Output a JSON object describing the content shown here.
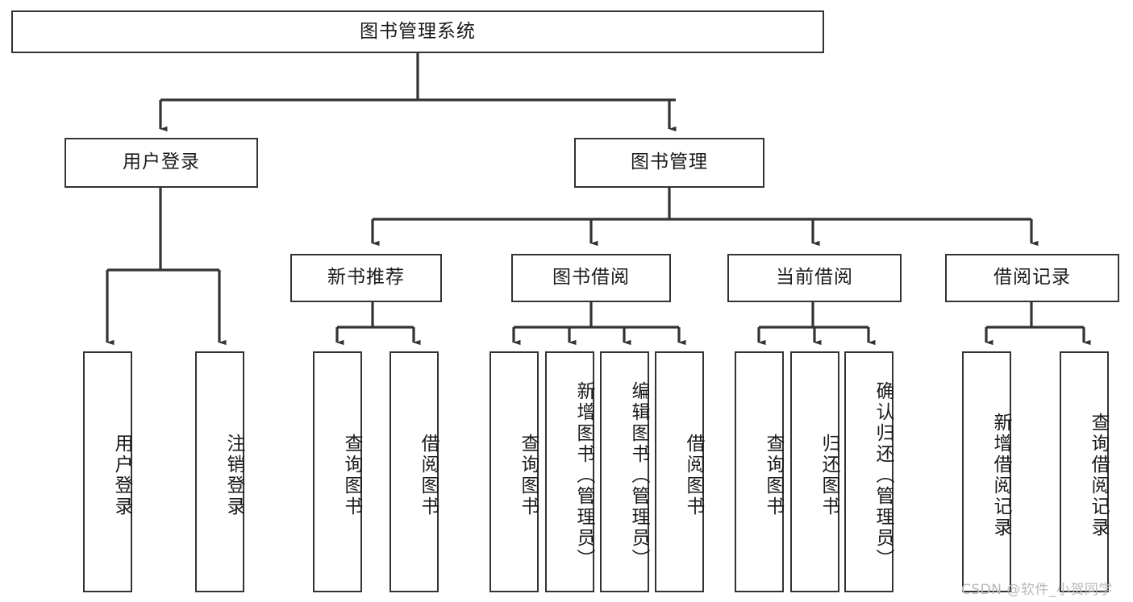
{
  "diagram": {
    "title": "图书管理系统",
    "type": "hierarchy-tree",
    "levels": 4,
    "colors": {
      "box_border": "#333333",
      "box_fill": "#ffffff",
      "connector": "#333333",
      "text": "#1a1a1a",
      "watermark": "#b9b9b9",
      "background": "#ffffff"
    },
    "root": {
      "label": "图书管理系统",
      "name": "node-root-system"
    },
    "level2": [
      {
        "label": "用户登录",
        "name": "node-user-login"
      },
      {
        "label": "图书管理",
        "name": "node-book-management"
      }
    ],
    "level3": [
      {
        "label": "新书推荐",
        "name": "node-new-book-recommend"
      },
      {
        "label": "图书借阅",
        "name": "node-book-borrow"
      },
      {
        "label": "当前借阅",
        "name": "node-current-borrow"
      },
      {
        "label": "借阅记录",
        "name": "node-borrow-record"
      }
    ],
    "leaves": {
      "user_login": [
        {
          "label": "用户登录",
          "name": "leaf-user-login"
        },
        {
          "label": "注销登录",
          "name": "leaf-logout"
        }
      ],
      "new_book_recommend": [
        {
          "label": "查询图书",
          "name": "leaf-query-book-1"
        },
        {
          "label": "借阅图书",
          "name": "leaf-borrow-book-1"
        }
      ],
      "book_borrow": [
        {
          "label": "查询图书",
          "name": "leaf-query-book-2"
        },
        {
          "label": "新增图书（管理员）",
          "name": "leaf-add-book-admin"
        },
        {
          "label": "编辑图书（管理员）",
          "name": "leaf-edit-book-admin"
        },
        {
          "label": "借阅图书",
          "name": "leaf-borrow-book-2"
        }
      ],
      "current_borrow": [
        {
          "label": "查询图书",
          "name": "leaf-query-book-3"
        },
        {
          "label": "归还图书",
          "name": "leaf-return-book"
        },
        {
          "label": "确认归还（管理员）",
          "name": "leaf-confirm-return-admin"
        }
      ],
      "borrow_record": [
        {
          "label": "新增借阅记录",
          "name": "leaf-add-borrow-record"
        },
        {
          "label": "查询借阅记录",
          "name": "leaf-query-borrow-record"
        }
      ]
    }
  },
  "watermark": {
    "text": "CSDN @软件_小贺同学"
  }
}
